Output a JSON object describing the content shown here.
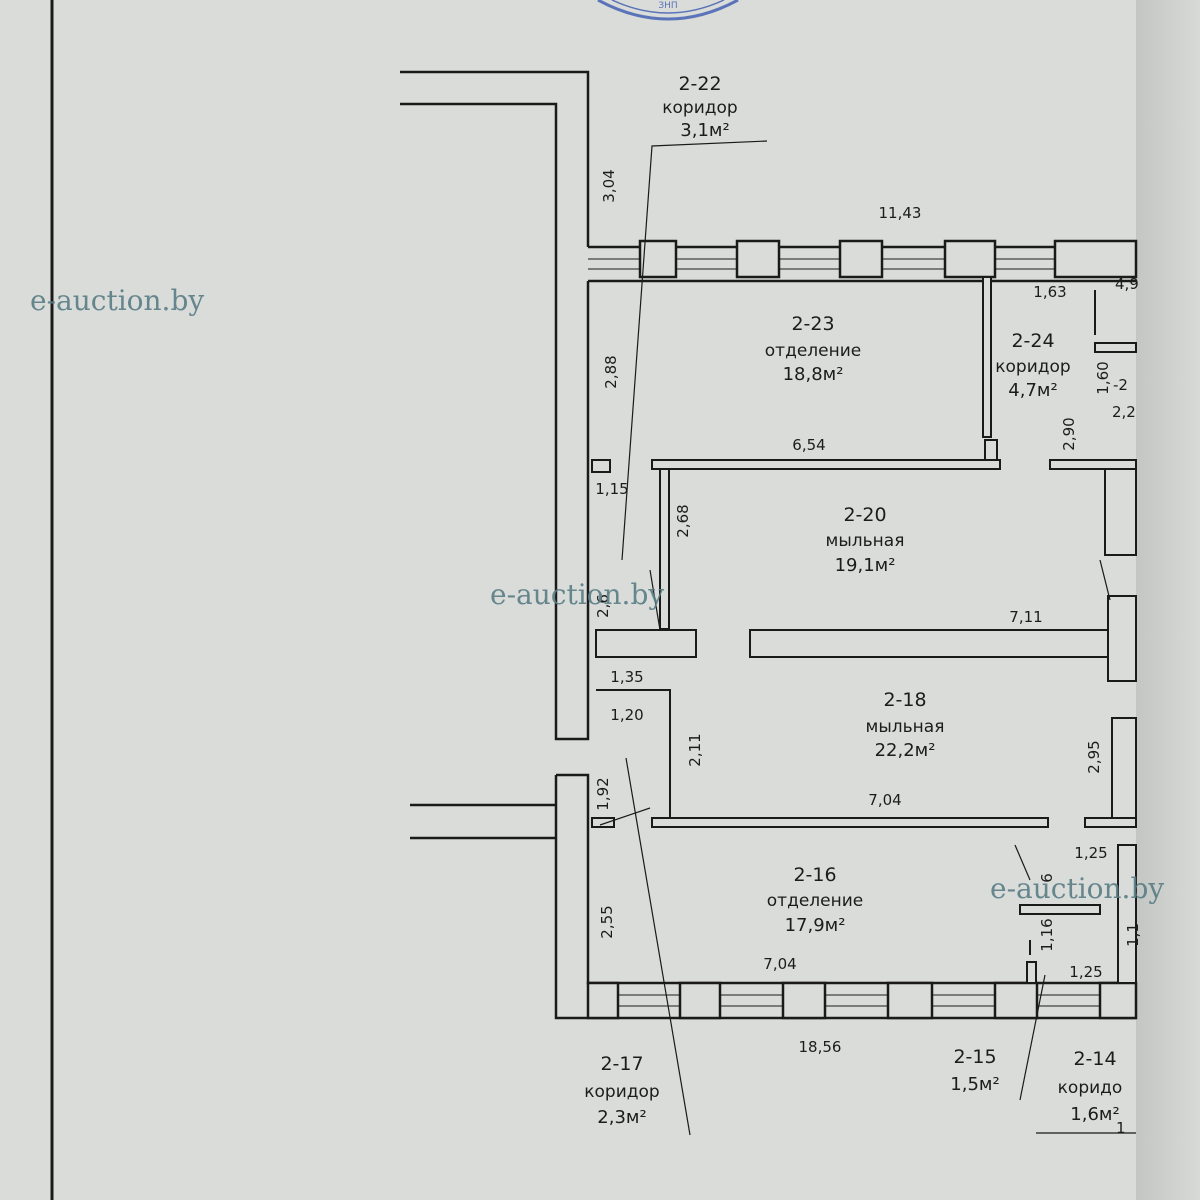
{
  "watermark": "e-auction.by",
  "rooms": [
    {
      "id": "2-22",
      "name": "коридор",
      "area": "3,1м²"
    },
    {
      "id": "2-23",
      "name": "отделение",
      "area": "18,8м²"
    },
    {
      "id": "2-24",
      "name": "коридор",
      "area": "4,7м²"
    },
    {
      "id": "2-20",
      "name": "мыльная",
      "area": "19,1м²"
    },
    {
      "id": "2-18",
      "name": "мыльная",
      "area": "22,2м²"
    },
    {
      "id": "2-16",
      "name": "отделение",
      "area": "17,9м²"
    },
    {
      "id": "2-17",
      "name": "коридор",
      "area": "2,3м²"
    },
    {
      "id": "2-15",
      "name": "",
      "area": "1,5м²"
    },
    {
      "id": "2-14",
      "name": "коридо",
      "area": "1,6м²"
    }
  ],
  "dimensions": [
    "3,04",
    "11,43",
    "1,63",
    "4,9",
    "1,60",
    "2,88",
    "2,90",
    "6,54",
    "1,15",
    "2,68",
    "7,11",
    "2,6",
    "1,35",
    "1,20",
    "2,11",
    "2,95",
    "1,92",
    "7,04",
    "1,25",
    "2,55",
    "1,16",
    "7,04",
    "1,25",
    "18,56",
    "2,2",
    "-2",
    "6",
    "1,1",
    "1"
  ]
}
